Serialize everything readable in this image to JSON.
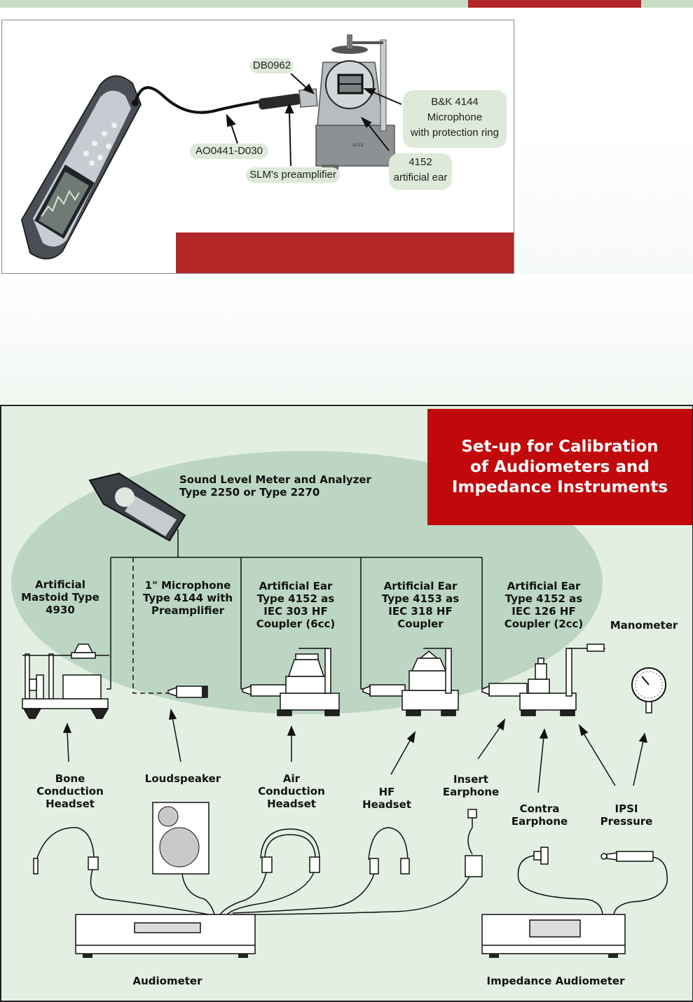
{
  "panel1": {
    "callouts": {
      "cable": "AO0441-D030",
      "adaptor": "DB0962",
      "preamp": "SLM's preamplifier",
      "microphone": "B&K 4144\nMicrophone\nwith protection ring",
      "ear": "4152\nartificial ear"
    },
    "ear_plate": "4152"
  },
  "panel2": {
    "title": "Set-up for Calibration\nof Audiometers and\nImpedance Instruments",
    "slm": "Sound Level Meter and Analyzer\nType 2250 or Type 2270",
    "couplers": {
      "mastoid": "Artificial\nMastoid Type\n4930",
      "microphone": "1\" Microphone\nType 4144 with\nPreamplifier",
      "ear_303": "Artificial Ear\nType 4152 as\nIEC 303 HF\nCoupler (6cc)",
      "ear_318": "Artificial Ear\nType 4153 as\nIEC 318 HF\nCoupler",
      "ear_126": "Artificial Ear\nType 4152 as\nIEC 126 HF\nCoupler (2cc)",
      "manometer": "Manometer"
    },
    "transducers": {
      "bone": "Bone\nConduction\nHeadset",
      "loudspeaker": "Loudspeaker",
      "air": "Air\nConduction\nHeadset",
      "hf": "HF\nHeadset",
      "insert": "Insert\nEarphone",
      "contra": "Contra\nEarphone",
      "ipsi": "IPSI\nPressure"
    },
    "devices": {
      "audiometer": "Audiometer",
      "impedance": "Impedance Audiometer"
    }
  },
  "colors": {
    "accent_red": "#b32728",
    "title_red": "#c1080b",
    "panel_green": "#e3efe3",
    "ellipse_green": "#bcd6c3",
    "callout_green": "#dde9d9"
  }
}
